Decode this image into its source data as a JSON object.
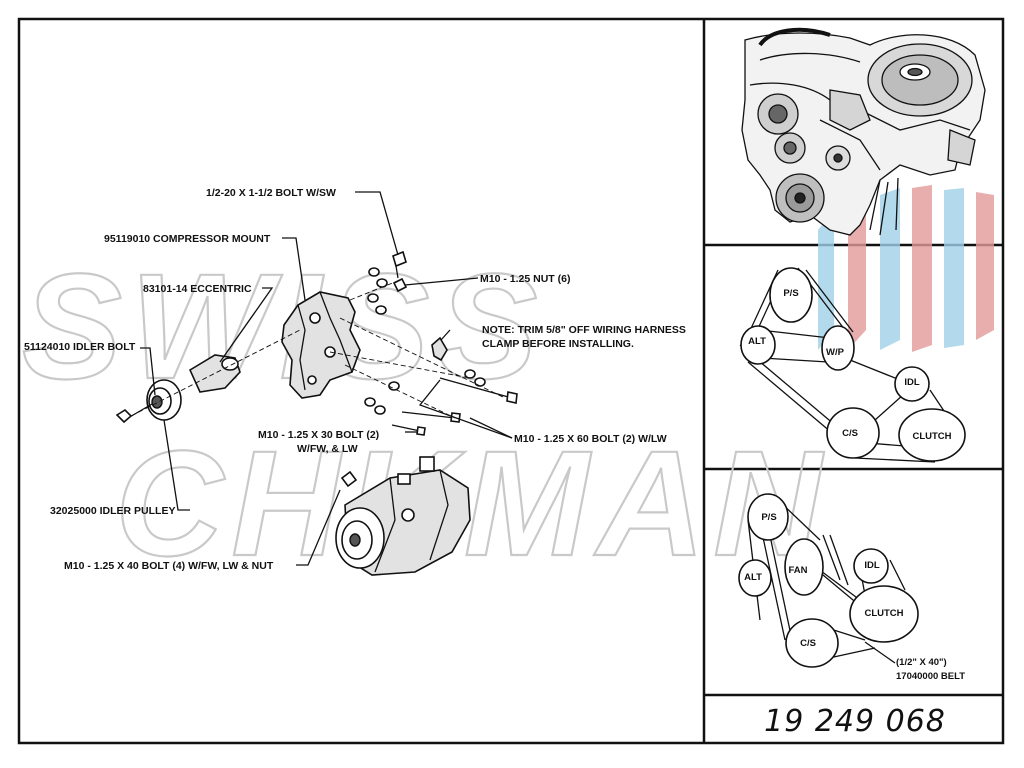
{
  "watermark": {
    "line1": "SWISS",
    "line2": "CHKMAN"
  },
  "part_number": "19 249 068",
  "main_diagram": {
    "labels": {
      "bolt_top": "1/2-20 X 1-1/2 BOLT W/SW",
      "compressor_mount": "95119010 COMPRESSOR MOUNT",
      "eccentric": "83101-14 ECCENTRIC",
      "idler_bolt": "51124010 IDLER BOLT",
      "nut": "M10 - 1.25 NUT (6)",
      "note_line1": "NOTE:  TRIM 5/8\" OFF WIRING HARNESS",
      "note_line2": "CLAMP BEFORE INSTALLING.",
      "bolt_30_line1": "M10 - 1.25 X  30 BOLT (2)",
      "bolt_30_line2": "W/FW, & LW",
      "bolt_60": "M10 - 1.25 X 60 BOLT (2) W/LW",
      "idler_pulley": "32025000 IDLER PULLEY",
      "bolt_40": "M10 - 1.25 X 40 BOLT (4) W/FW, LW & NUT"
    }
  },
  "belt_diagram_1": {
    "pulleys": {
      "ps": "P/S",
      "alt": "ALT",
      "wp": "W/P",
      "idl": "IDL",
      "cs": "C/S",
      "clutch": "CLUTCH"
    }
  },
  "belt_diagram_2": {
    "pulleys": {
      "ps": "P/S",
      "alt": "ALT",
      "fan": "FAN",
      "idl": "IDL",
      "clutch": "CLUTCH",
      "cs": "C/S"
    },
    "belt_size": "(1/2\" X 40\")",
    "belt_part": "17040000 BELT"
  },
  "colors": {
    "ink": "#111111",
    "watermark_gray": "#c9c9c9",
    "flag_red": "#e39a9a",
    "flag_blue": "#9fd0e8"
  },
  "icons": [
    "engine-illustration",
    "compressor-icon",
    "idler-pulley-icon"
  ]
}
